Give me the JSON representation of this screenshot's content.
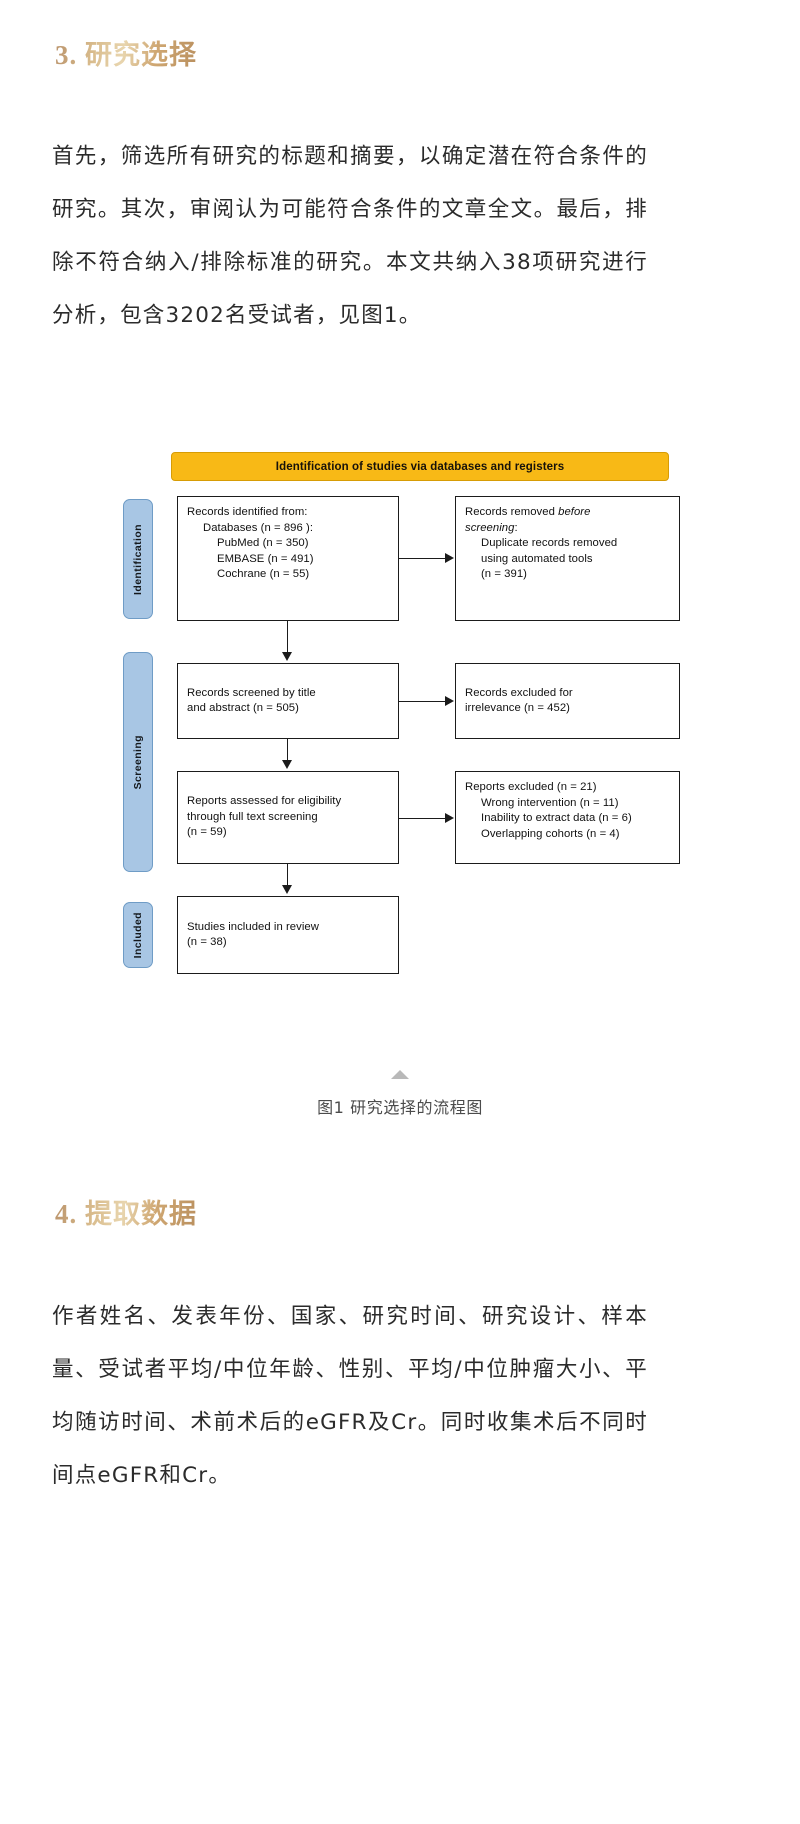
{
  "sections": {
    "study_selection": {
      "heading": "3. 研究选择",
      "paragraph": "首先，筛选所有研究的标题和摘要，以确定潜在符合条件的研究。其次，审阅认为可能符合条件的文章全文。最后，排除不符合纳入/排除标准的研究。本文共纳入38项研究进行分析，包含3202名受试者，见图1。"
    },
    "data_extraction": {
      "heading": "4. 提取数据",
      "paragraph": "作者姓名、发表年份、国家、研究时间、研究设计、样本量、受试者平均/中位年龄、性别、平均/中位肿瘤大小、平均随访时间、术前术后的eGFR及Cr。同时收集术后不同时间点eGFR和Cr。"
    }
  },
  "figure": {
    "caption": "图1 研究选择的流程图",
    "header": "Identification of studies via databases and registers",
    "header_color": "#f8b916",
    "stage_color": "#a8c6e4",
    "stages": [
      {
        "label": "Identification"
      },
      {
        "label": "Screening"
      },
      {
        "label": "Included"
      }
    ],
    "boxes": {
      "identified": {
        "line1": "Records identified from:",
        "line2": "Databases (n =  896 ):",
        "line3": "PubMed (n = 350)",
        "line4": "EMBASE (n = 491)",
        "line5": "Cochrane (n = 55)"
      },
      "removed": {
        "line1a": "Records removed ",
        "line1b": "before",
        "line2": "screening",
        "line2b": ":",
        "line3": "Duplicate records removed",
        "line4": "using automated tools",
        "line5": "(n = 391)"
      },
      "screened": {
        "line1": "Records screened by title",
        "line2": "and abstract (n = 505)"
      },
      "excluded_irrelevance": {
        "line1": "Records excluded for",
        "line2": "irrelevance (n = 452)"
      },
      "eligibility": {
        "line1": "Reports assessed for eligibility",
        "line2": "through full text screening",
        "line3": "(n = 59)"
      },
      "excluded_reports": {
        "line1": "Reports excluded (n = 21)",
        "line2": "Wrong intervention (n = 11)",
        "line3": "Inability to extract data (n = 6)",
        "line4": "Overlapping cohorts (n = 4)"
      },
      "included": {
        "line1": "Studies included in review",
        "line2": "(n = 38)"
      }
    }
  }
}
